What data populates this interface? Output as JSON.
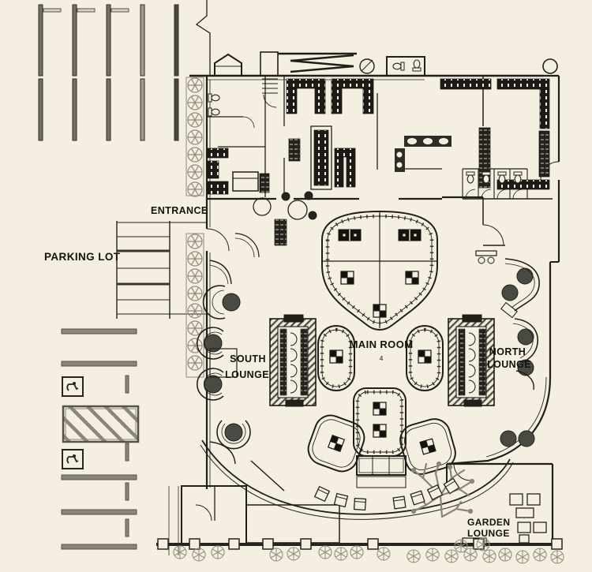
{
  "meta": {
    "type": "architectural floor plan",
    "style": "black-ink blueprint on cream paper"
  },
  "colors": {
    "background": "#f4efe1",
    "ink": "#211f1b",
    "site_gray": "#8c8678",
    "equipment_dark": "#1d1b17"
  },
  "labels": {
    "entrance": "ENTRANCE",
    "parking_lot": "PARKING LOT",
    "south_lounge_1": "SOUTH",
    "south_lounge_2": "LOUNGE",
    "main_room": "MAIN ROOM",
    "main_room_marker": "4",
    "north_lounge_1": "NORTH",
    "north_lounge_2": "LOUNGE",
    "garden_lounge_1": "GARDEN",
    "garden_lounge_2": "LOUNGE"
  },
  "areas": [
    "PARKING LOT",
    "ENTRANCE",
    "SOUTH LOUNGE",
    "MAIN ROOM",
    "NORTH LOUNGE",
    "GARDEN LOUNGE"
  ]
}
